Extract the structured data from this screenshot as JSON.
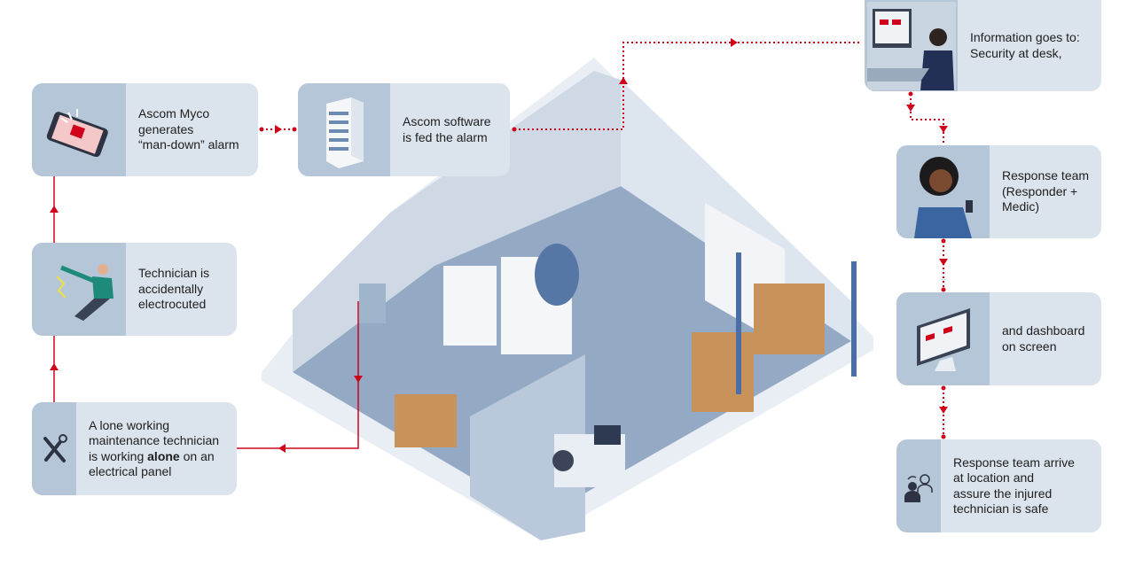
{
  "steps": [
    {
      "id": "myco",
      "text": "Ascom Myco\ngenerates\n“man-down” alarm",
      "icon": "smartphone-alarm-icon"
    },
    {
      "id": "software",
      "text": "Ascom software\nis fed the alarm",
      "icon": "server-icon"
    },
    {
      "id": "electrocuted",
      "text": "Technician is\naccidentally\nelectrocuted",
      "icon": "electrocuted-technician-icon"
    },
    {
      "id": "lone",
      "text_pre": "A lone working\nmaintenance technician\nis working ",
      "text_bold": "alone",
      "text_post": " on an\nelectrical panel",
      "icon": "tools-icon"
    },
    {
      "id": "security",
      "text": "Information goes to:\nSecurity at desk,",
      "icon": "security-desk-icon"
    },
    {
      "id": "response",
      "text": "Response team\n(Responder +\nMedic)",
      "icon": "responder-icon"
    },
    {
      "id": "dashboard",
      "text": "and dashboard\non screen",
      "icon": "monitor-dashboard-icon"
    },
    {
      "id": "arrive",
      "text": "Response team arrive\nat location and\nassure the injured\ntechnician is safe",
      "icon": "team-arrive-icon"
    }
  ],
  "colors": {
    "accent": "#d0021b",
    "box": "#dbe3ec",
    "icon_panel": "#b4c6d8"
  }
}
